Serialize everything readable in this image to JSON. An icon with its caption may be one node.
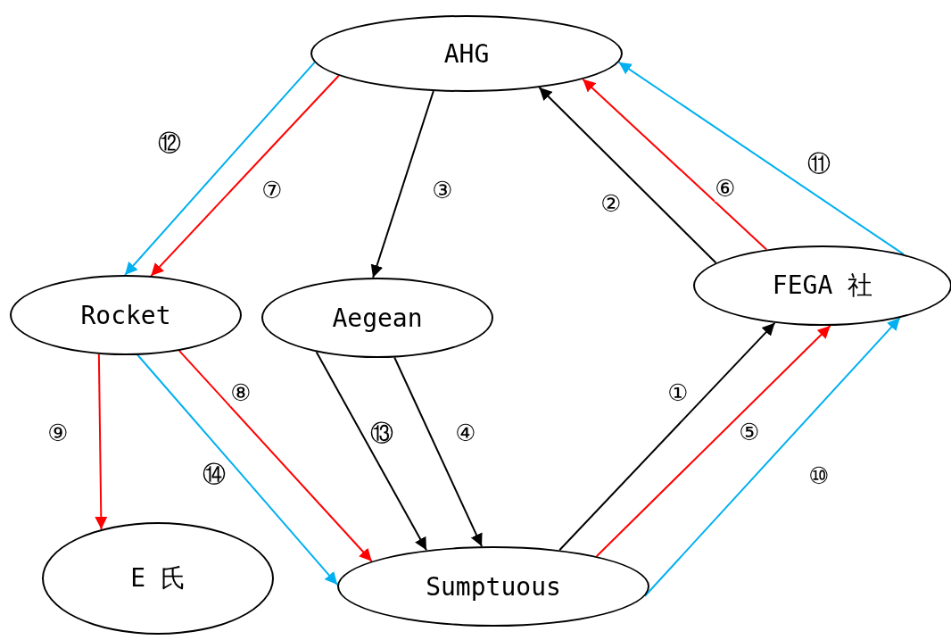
{
  "diagram": {
    "nodes": [
      {
        "text": [
          "AHG"
        ]
      },
      {
        "text": [
          "Rocket"
        ]
      },
      {
        "text": [
          "Aegean"
        ]
      },
      {
        "text": [
          "FEGA 社"
        ]
      },
      {
        "text": [
          "E 氏"
        ]
      },
      {
        "text": [
          "Sumptuous"
        ]
      }
    ],
    "edges": [
      {
        "from": 5,
        "to": 3,
        "arrow": "to",
        "label": "①"
      },
      {
        "from": 3,
        "to": 0,
        "arrow": "to",
        "label": "②"
      },
      {
        "from": 0,
        "to": 2,
        "arrow": "to",
        "label": "③"
      },
      {
        "from": 2,
        "to": 5,
        "arrow": "to",
        "label": "④"
      },
      {
        "from": 5,
        "to": 3,
        "arrow": "to",
        "label": "⑤",
        "color": "#ff0000"
      },
      {
        "from": 3,
        "to": 0,
        "arrow": "to",
        "label": "⑥",
        "color": "#ff0000"
      },
      {
        "from": 0,
        "to": 1,
        "arrow": "to",
        "label": "⑦",
        "color": "#ff0000"
      },
      {
        "from": 1,
        "to": 5,
        "arrow": "to",
        "label": "⑧",
        "color": "#ff0000"
      },
      {
        "from": 1,
        "to": 4,
        "arrow": "to",
        "label": "⑨",
        "color": "#ff0000"
      },
      {
        "from": 5,
        "to": 3,
        "arrow": "to",
        "label": "⑩",
        "color": "#00b0f0"
      },
      {
        "from": 3,
        "to": 0,
        "arrow": "to",
        "label": "⑪",
        "color": "#00b0f0"
      },
      {
        "from": 0,
        "to": 1,
        "arrow": "to",
        "label": "⑫",
        "color": "#00b0f0"
      },
      {
        "from": 2,
        "to": 5,
        "arrow": "to",
        "label": "⑬"
      },
      {
        "from": 1,
        "to": 5,
        "arrow": "to",
        "label": "⑭",
        "color": "#00b0f0"
      }
    ]
  }
}
